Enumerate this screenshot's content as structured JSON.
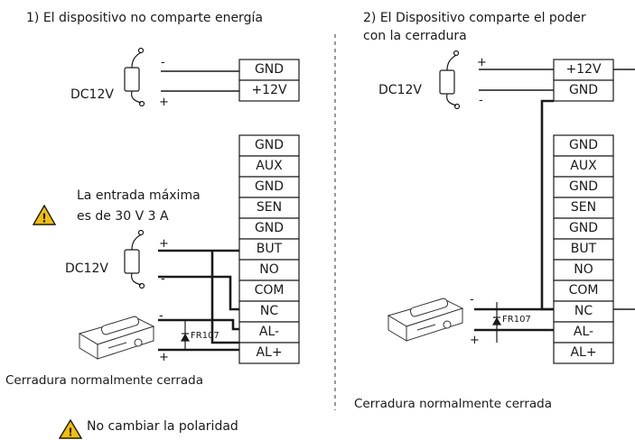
{
  "left": {
    "title": "1) El dispositivo no comparte energía",
    "power_label": "DC12V",
    "power_terminals": [
      "GND",
      "+12V"
    ],
    "power_signs": [
      "-",
      "+"
    ],
    "terminals": [
      "GND",
      "AUX",
      "GND",
      "SEN",
      "GND",
      "BUT",
      "NO",
      "COM",
      "NC",
      "AL-",
      "AL+"
    ],
    "warning_text_line1": "La entrada máxima",
    "warning_text_line2": "es de 30 V 3 A",
    "button_power_label": "DC12V",
    "button_power_signs": [
      "+",
      "-"
    ],
    "lock_signs": [
      "-",
      "+"
    ],
    "diode_label": "FR107",
    "lock_caption": "Cerradura normalmente cerrada",
    "polarity_warning": "No cambiar la polaridad"
  },
  "right": {
    "title_line1": "2) El Dispositivo comparte el poder",
    "title_line2": "con la cerradura",
    "power_label": "DC12V",
    "power_terminals": [
      "+12V",
      "GND"
    ],
    "power_signs": [
      "+",
      "-"
    ],
    "terminals": [
      "GND",
      "AUX",
      "GND",
      "SEN",
      "GND",
      "BUT",
      "NO",
      "COM",
      "NC",
      "AL-",
      "AL+"
    ],
    "lock_signs": [
      "-",
      "+"
    ],
    "diode_label": "FR107",
    "lock_caption": "Cerradura normalmente cerrada"
  },
  "colors": {
    "line": "#1a1a1a",
    "warning_fill": "#f3c000"
  }
}
